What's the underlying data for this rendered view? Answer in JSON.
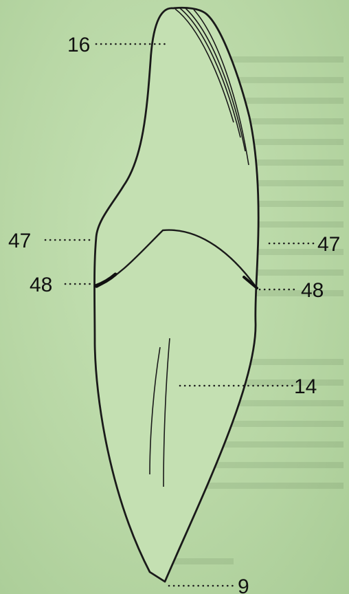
{
  "figure": {
    "labels": [
      {
        "id": "16",
        "text": "16"
      },
      {
        "id": "47-left",
        "text": "47"
      },
      {
        "id": "47-right",
        "text": "47"
      },
      {
        "id": "48-left",
        "text": "48"
      },
      {
        "id": "48-right",
        "text": "48"
      },
      {
        "id": "14",
        "text": "14"
      },
      {
        "id": "9",
        "text": "9"
      }
    ]
  },
  "colors": {
    "background": "#b9d8a6",
    "ink": "#1a1a1a",
    "tooth_fill": "#c4e0b2"
  }
}
